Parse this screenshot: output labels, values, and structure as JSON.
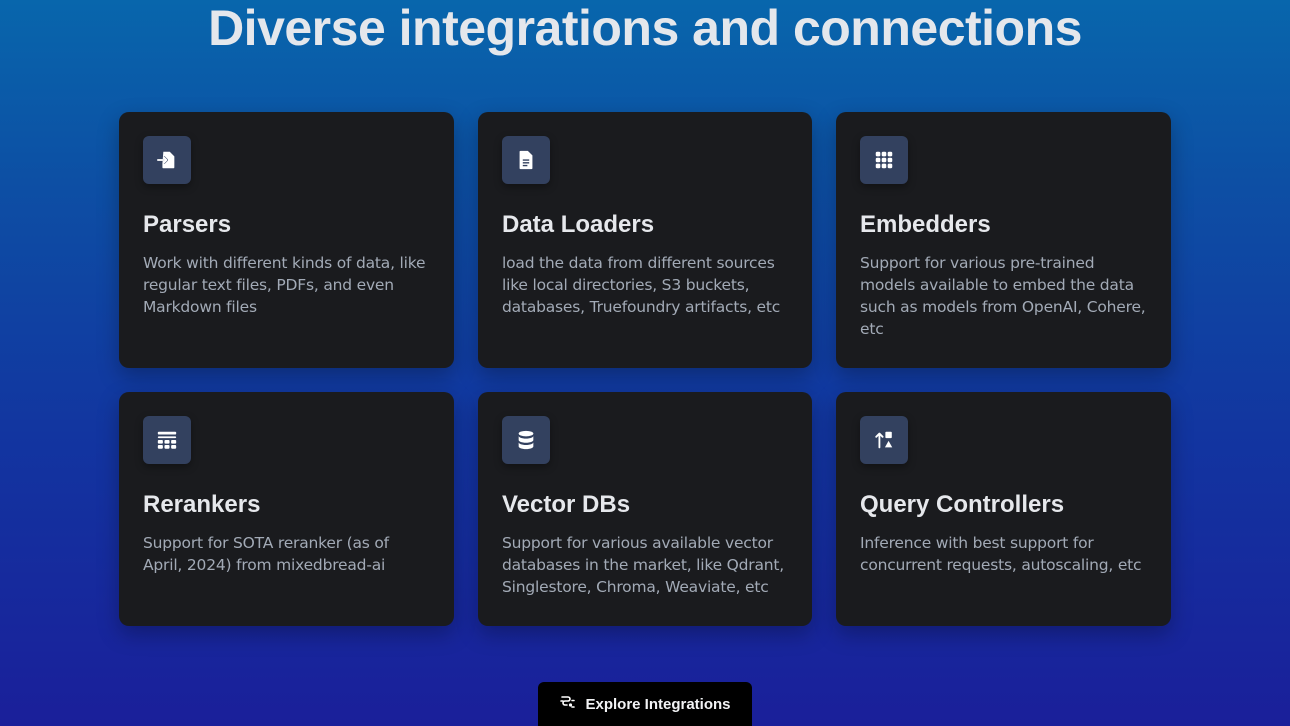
{
  "headline": "Diverse integrations and connections",
  "cards": [
    {
      "icon": "file-import-icon",
      "title": "Parsers",
      "description": "Work with different kinds of data, like regular text files, PDFs, and even Markdown files"
    },
    {
      "icon": "document-icon",
      "title": "Data Loaders",
      "description": "load the data from different sources like local directories, S3 buckets, databases, Truefoundry artifacts, etc"
    },
    {
      "icon": "grid-dots-icon",
      "title": "Embedders",
      "description": "Support for various pre-trained models available to embed the data such as models from OpenAI, Cohere, etc"
    },
    {
      "icon": "rerank-table-icon",
      "title": "Rerankers",
      "description": "Support for SOTA reranker (as of April, 2024) from mixedbread-ai"
    },
    {
      "icon": "database-icon",
      "title": "Vector DBs",
      "description": "Support for various available vector databases in the market, like Qdrant, Singlestore, Chroma, Weaviate, etc"
    },
    {
      "icon": "sort-shapes-icon",
      "title": "Query Controllers",
      "description": "Inference with best support for concurrent requests, autoscaling, etc"
    }
  ],
  "cta": {
    "label": "Explore Integrations",
    "icon": "integration-icon"
  },
  "colors": {
    "card_bg": "#1a1b1e",
    "icon_bg": "#33415f",
    "title_text": "#e6e8ec",
    "body_text": "#a2aab6",
    "background_top": "#0866ac",
    "background_bottom": "#1a1f9a"
  }
}
